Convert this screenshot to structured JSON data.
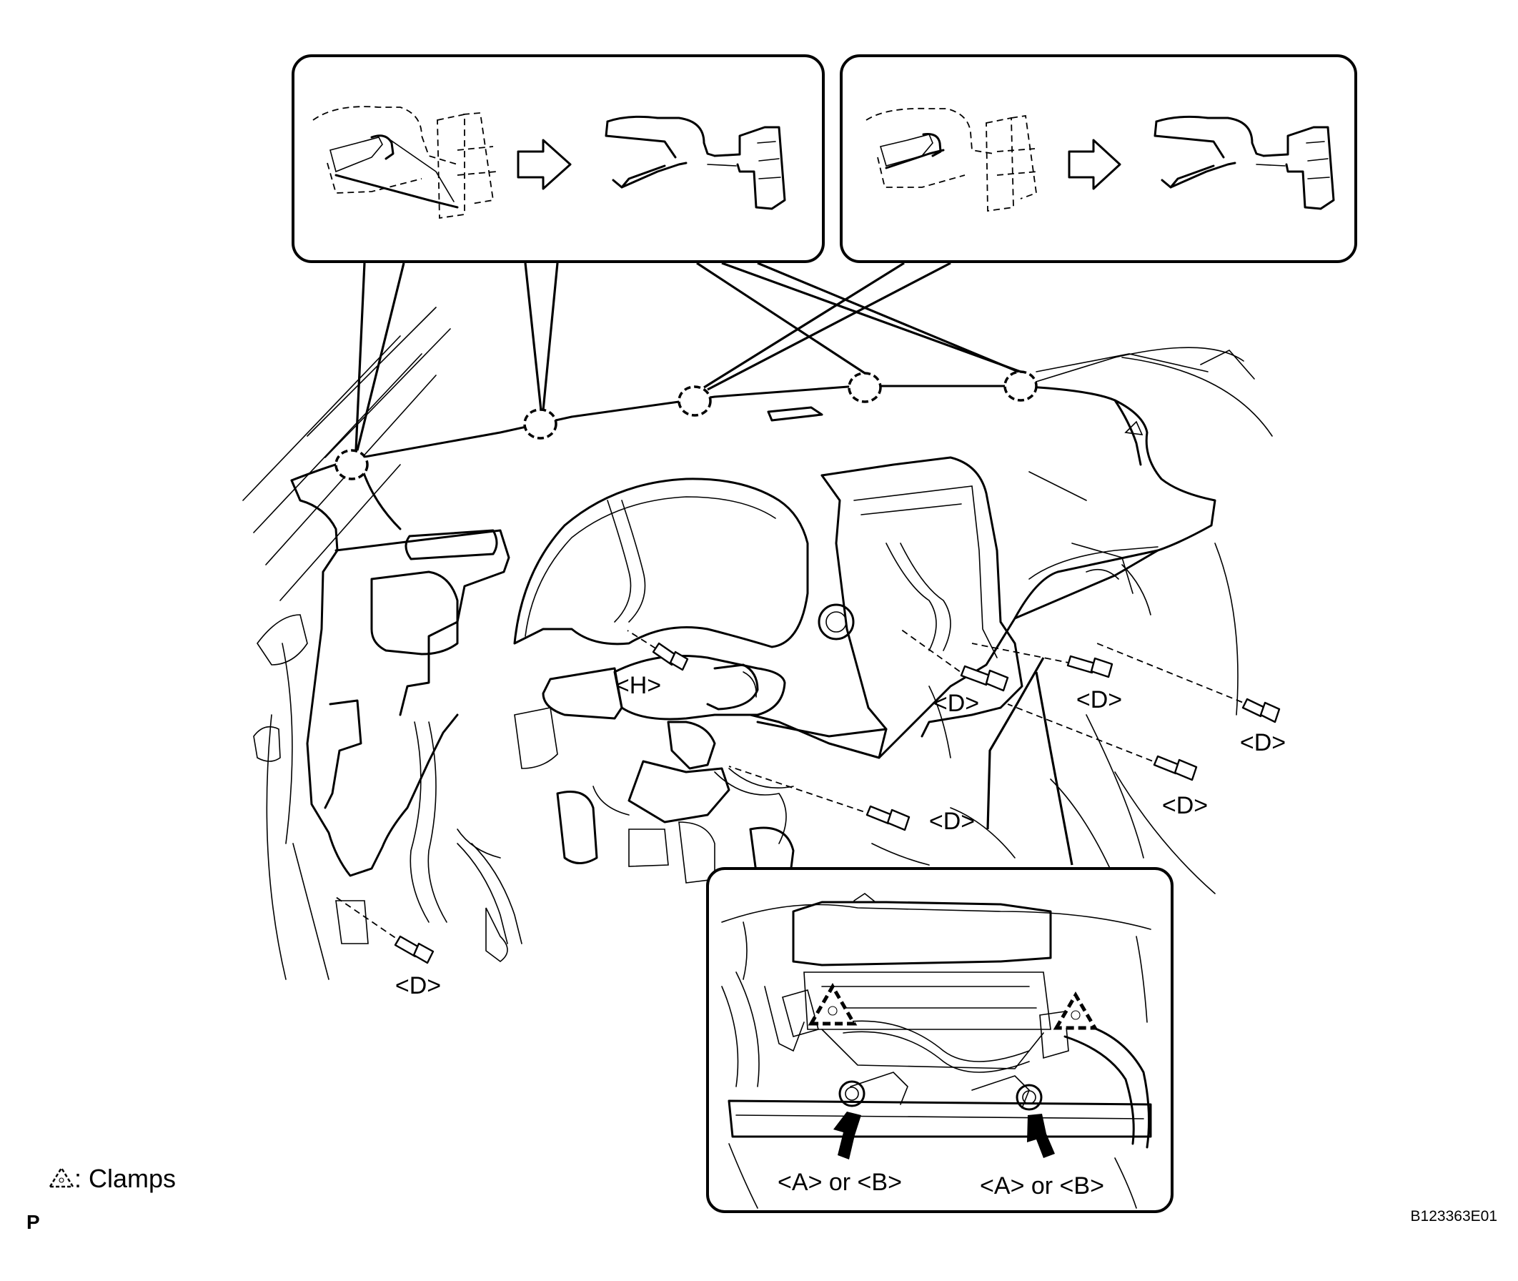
{
  "callouts": {
    "h": "<H>",
    "d1": "<D>",
    "d2": "<D>",
    "d3": "<D>",
    "d4": "<D>",
    "d5": "<D>",
    "d6": "<D>",
    "ab1": "<A> or <B>",
    "ab2": "<A> or <B>"
  },
  "legend": {
    "symbol": "⚠",
    "text": ": Clamps"
  },
  "corner_mark": "P",
  "figure_id": "B123363E01"
}
